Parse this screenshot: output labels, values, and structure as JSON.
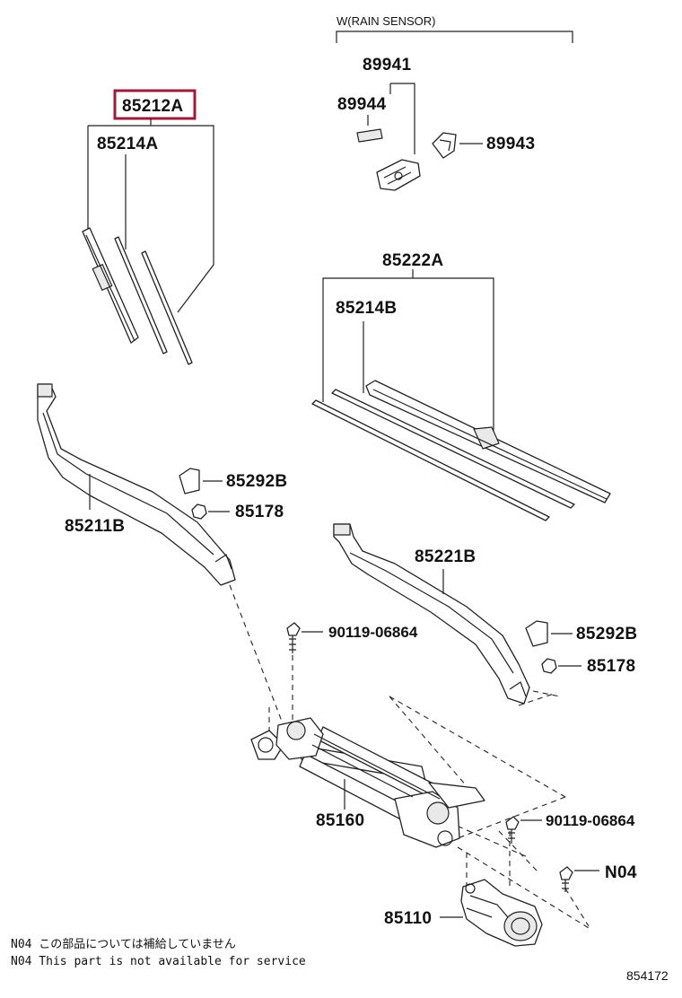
{
  "header": {
    "rain_sensor_note": "W(RAIN SENSOR)"
  },
  "parts": {
    "p85212A": "85212A",
    "p85214A": "85214A",
    "p89941": "89941",
    "p89944": "89944",
    "p89943": "89943",
    "p85222A": "85222A",
    "p85214B": "85214B",
    "p85292B_left": "85292B",
    "p85178_left": "85178",
    "p85211B": "85211B",
    "p85221B": "85221B",
    "p90119_top": "90119-06864",
    "p85292B_right": "85292B",
    "p85178_right": "85178",
    "p85160": "85160",
    "p90119_bottom": "90119-06864",
    "pN04": "N04",
    "p85110": "85110"
  },
  "notes": {
    "line_jp": "N04 この部品については補給していません",
    "line_en": "N04 This part is not available for service"
  },
  "figure_number": "854172",
  "colors": {
    "highlight": "#9b1b3c",
    "ink": "#222222"
  }
}
